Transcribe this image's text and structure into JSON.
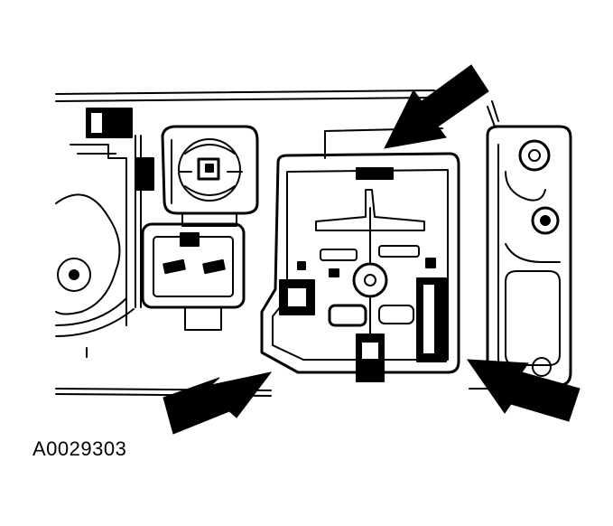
{
  "figure": {
    "id_label": "A0029303"
  },
  "colors": {
    "ink": "#000000",
    "paper": "#ffffff"
  },
  "arrows": [
    {
      "name": "arrow-top-right",
      "direction": "down-left"
    },
    {
      "name": "arrow-bottom-left",
      "direction": "up-right"
    },
    {
      "name": "arrow-bottom-right",
      "direction": "up-left"
    }
  ]
}
